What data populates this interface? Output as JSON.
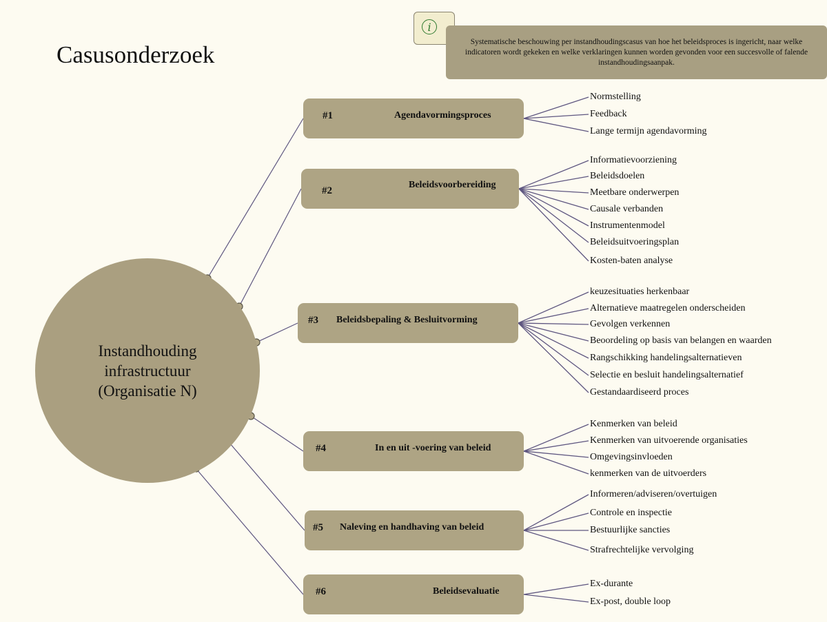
{
  "title": "Casusonderzoek",
  "info": {
    "icon": "info-icon",
    "text": "Systematische beschouwing per instandhoudingscasus van hoe het beleidsproces is ingericht, naar welke indicatoren wordt gekeken en welke verklaringen kunnen worden gevonden voor een succesvolle of falende instandhoudingsaanpak."
  },
  "center": {
    "line1": "Instandhouding",
    "line2": "infrastructuur",
    "line3": "(Organisatie N)"
  },
  "colors": {
    "background": "#fdfbf1",
    "node": "#aea484",
    "circle": "#aa9f80",
    "connector": "#5e5680"
  },
  "nodes": [
    {
      "num": "#1",
      "label": "Agendavormingsproces",
      "leaves": [
        "Normstelling",
        "Feedback",
        "Lange termijn agendavorming"
      ]
    },
    {
      "num": "#2",
      "label": "Beleidsvoorbereiding",
      "leaves": [
        "Informatievoorziening",
        "Beleidsdoelen",
        "Meetbare onderwerpen",
        "Causale verbanden",
        "Instrumentenmodel",
        "Beleidsuitvoeringsplan",
        "Kosten-baten analyse"
      ]
    },
    {
      "num": "#3",
      "label": "Beleidsbepaling & Besluitvorming",
      "leaves": [
        "keuzesituaties herkenbaar",
        "Alternatieve maatregelen onderscheiden",
        "Gevolgen verkennen",
        "Beoordeling op basis van belangen en waarden",
        "Rangschikking handelingsalternatieven",
        "Selectie en besluit handelingsalternatief",
        "Gestandaardiseerd proces"
      ]
    },
    {
      "num": "#4",
      "label": "In en uit -voering van beleid",
      "leaves": [
        "Kenmerken van beleid",
        "Kenmerken van uitvoerende organisaties",
        "Omgevingsinvloeden",
        "kenmerken van de uitvoerders"
      ]
    },
    {
      "num": "#5",
      "label": "Naleving en handhaving van beleid",
      "leaves": [
        "Informeren/adviseren/overtuigen",
        "Controle en inspectie",
        "Bestuurlijke sancties",
        "Strafrechtelijke vervolging"
      ]
    },
    {
      "num": "#6",
      "label": "Beleidsevaluatie",
      "leaves": [
        "Ex-durante",
        "Ex-post, double loop"
      ]
    }
  ]
}
